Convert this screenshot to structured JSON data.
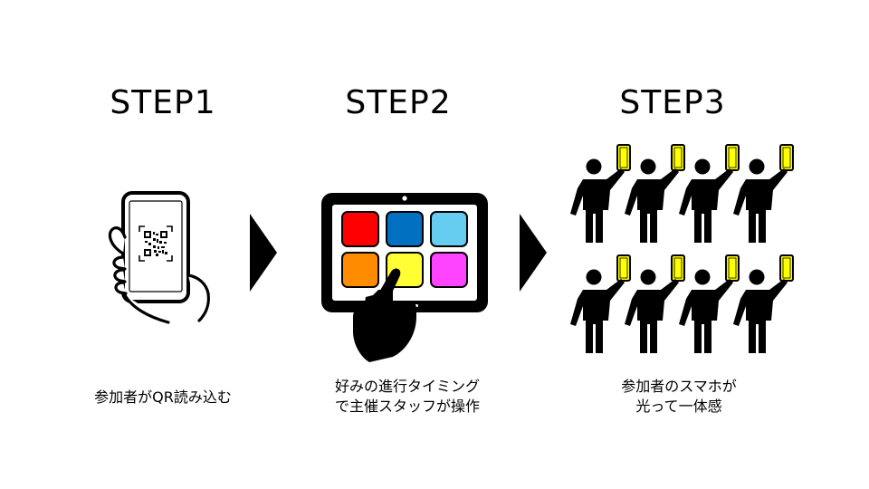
{
  "steps": [
    {
      "title": "STEP1",
      "caption_lines": [
        "参加者がQR読み込む"
      ]
    },
    {
      "title": "STEP2",
      "caption_lines": [
        "好みの進行タイミング",
        "で主催スタッフが操作"
      ]
    },
    {
      "title": "STEP3",
      "caption_lines": [
        "参加者のスマホが",
        "光って一体感"
      ]
    }
  ],
  "tablet_tiles": [
    {
      "color": "#ff0000"
    },
    {
      "color": "#0070c0"
    },
    {
      "color": "#66ccf0"
    },
    {
      "color": "#ff8c00"
    },
    {
      "color": "#ffff33"
    },
    {
      "color": "#ff44ff"
    }
  ],
  "phone_color": "#ffff00",
  "people_count": 8
}
